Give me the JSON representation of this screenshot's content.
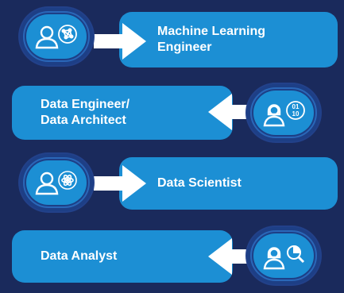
{
  "roles": [
    {
      "id": "mle",
      "line1": "Machine Learning",
      "line2": "Engineer",
      "icons": [
        "user-icon",
        "network-icon"
      ],
      "direction": "right"
    },
    {
      "id": "de",
      "line1": "Data Engineer/",
      "line2": "Data Architect",
      "icons": [
        "woman-icon",
        "binary-icon"
      ],
      "direction": "left"
    },
    {
      "id": "ds",
      "line1": "Data Scientist",
      "line2": "",
      "icons": [
        "user-icon",
        "atom-icon"
      ],
      "direction": "right"
    },
    {
      "id": "da",
      "line1": "Data Analyst",
      "line2": "",
      "icons": [
        "woman-icon",
        "magnifier-icon"
      ],
      "direction": "left"
    }
  ],
  "colors": {
    "background": "#1a2a5c",
    "pill": "#1c8fd4",
    "badge": "#1d3f86",
    "text": "#ffffff"
  },
  "binary_text": "01 10"
}
